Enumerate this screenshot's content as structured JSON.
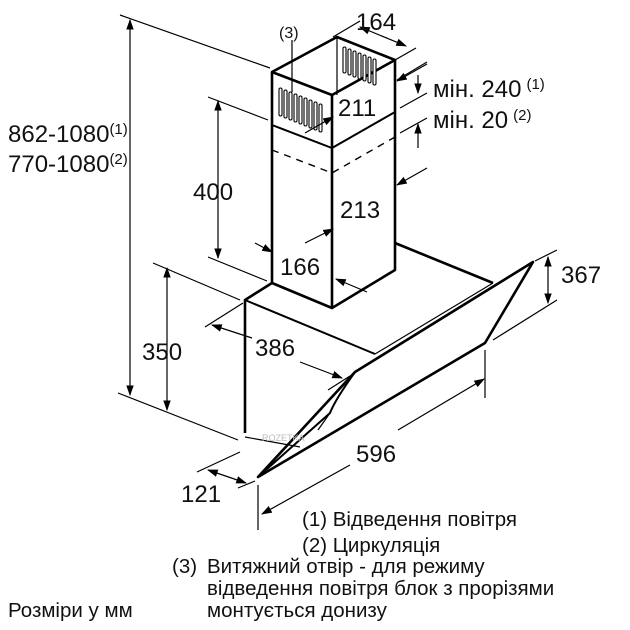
{
  "dimensions": {
    "chimney_width": "164",
    "grill_callout": "(3)",
    "chimney_inner_depth": "211",
    "chimney_depth": "213",
    "chimney_lower_depth": "166",
    "clearance_exhaust": "мін. 240",
    "clearance_exhaust_note": "(1)",
    "clearance_recirc": "мін. 20",
    "clearance_recirc_note": "(2)",
    "total_height_exhaust": "862-1080",
    "total_height_exhaust_note": "(1)",
    "total_height_recirc": "770-1080",
    "total_height_recirc_note": "(2)",
    "chimney_height": "400",
    "hood_height": "350",
    "hood_depth": "386",
    "glass_height": "367",
    "hood_width": "596",
    "bottom_depth": "121"
  },
  "legend": {
    "item1": "(1) Відведення повітря",
    "item2": "(2) Циркуляція",
    "item3_num": "(3)",
    "item3_line1": "Витяжний отвір - для режиму",
    "item3_line2": "відведення повітря блок з прорізями",
    "item3_line3": "монтується донизу"
  },
  "units_note": "Розміри у мм",
  "watermark": "ROZETKA"
}
